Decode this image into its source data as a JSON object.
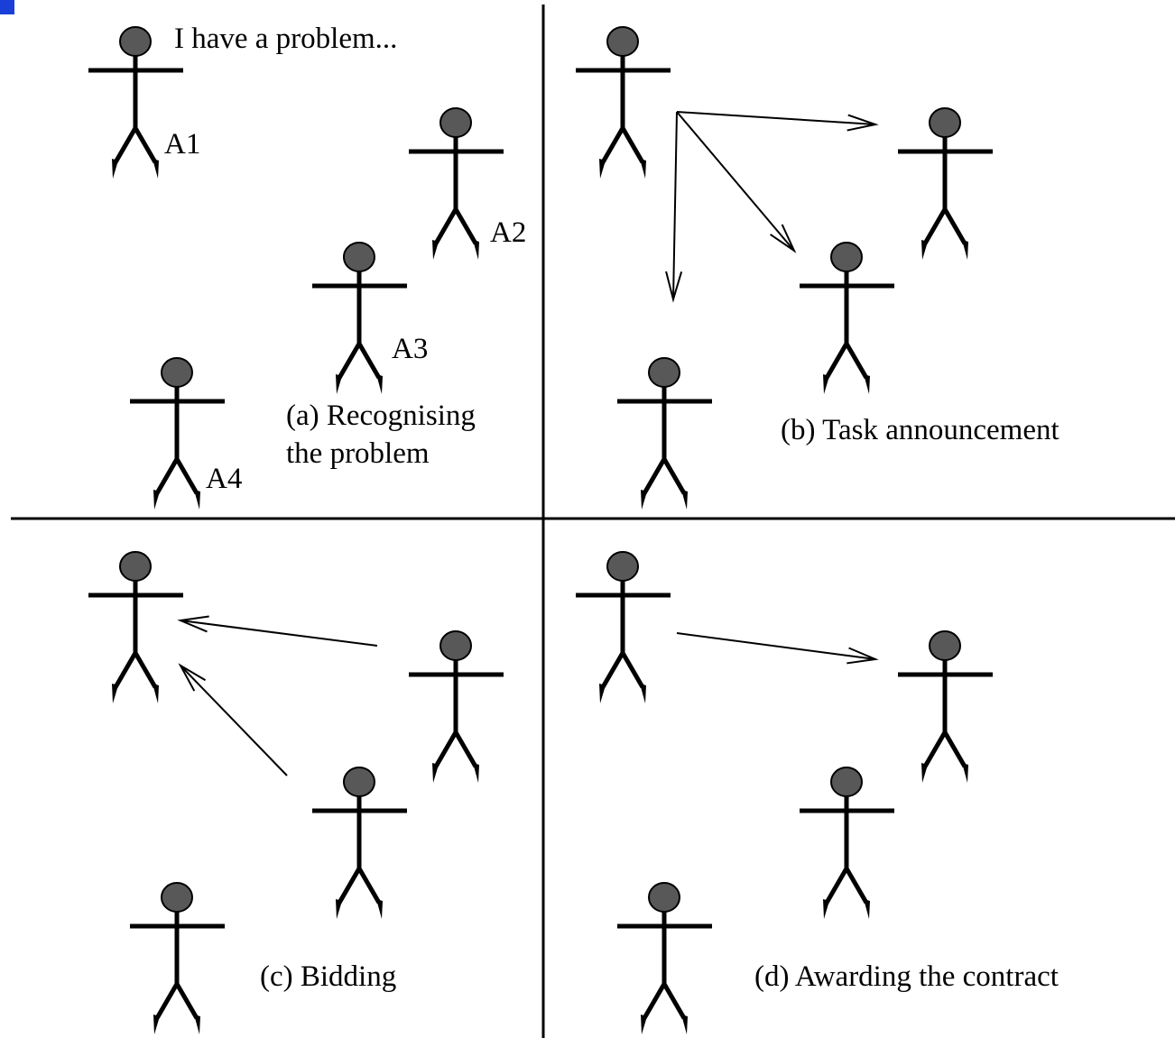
{
  "colors": {
    "head_fill": "#585858",
    "line": "#000000",
    "corner_mark": "#1a3fd8"
  },
  "panels": {
    "a": {
      "caption_line1": "(a) Recognising",
      "caption_line2": "the problem",
      "speech": "I have a problem...",
      "agent_labels": [
        "A1",
        "A2",
        "A3",
        "A4"
      ]
    },
    "b": {
      "caption": "(b) Task announcement"
    },
    "c": {
      "caption": "(c) Bidding"
    },
    "d": {
      "caption": "(d) Awarding the contract"
    }
  }
}
